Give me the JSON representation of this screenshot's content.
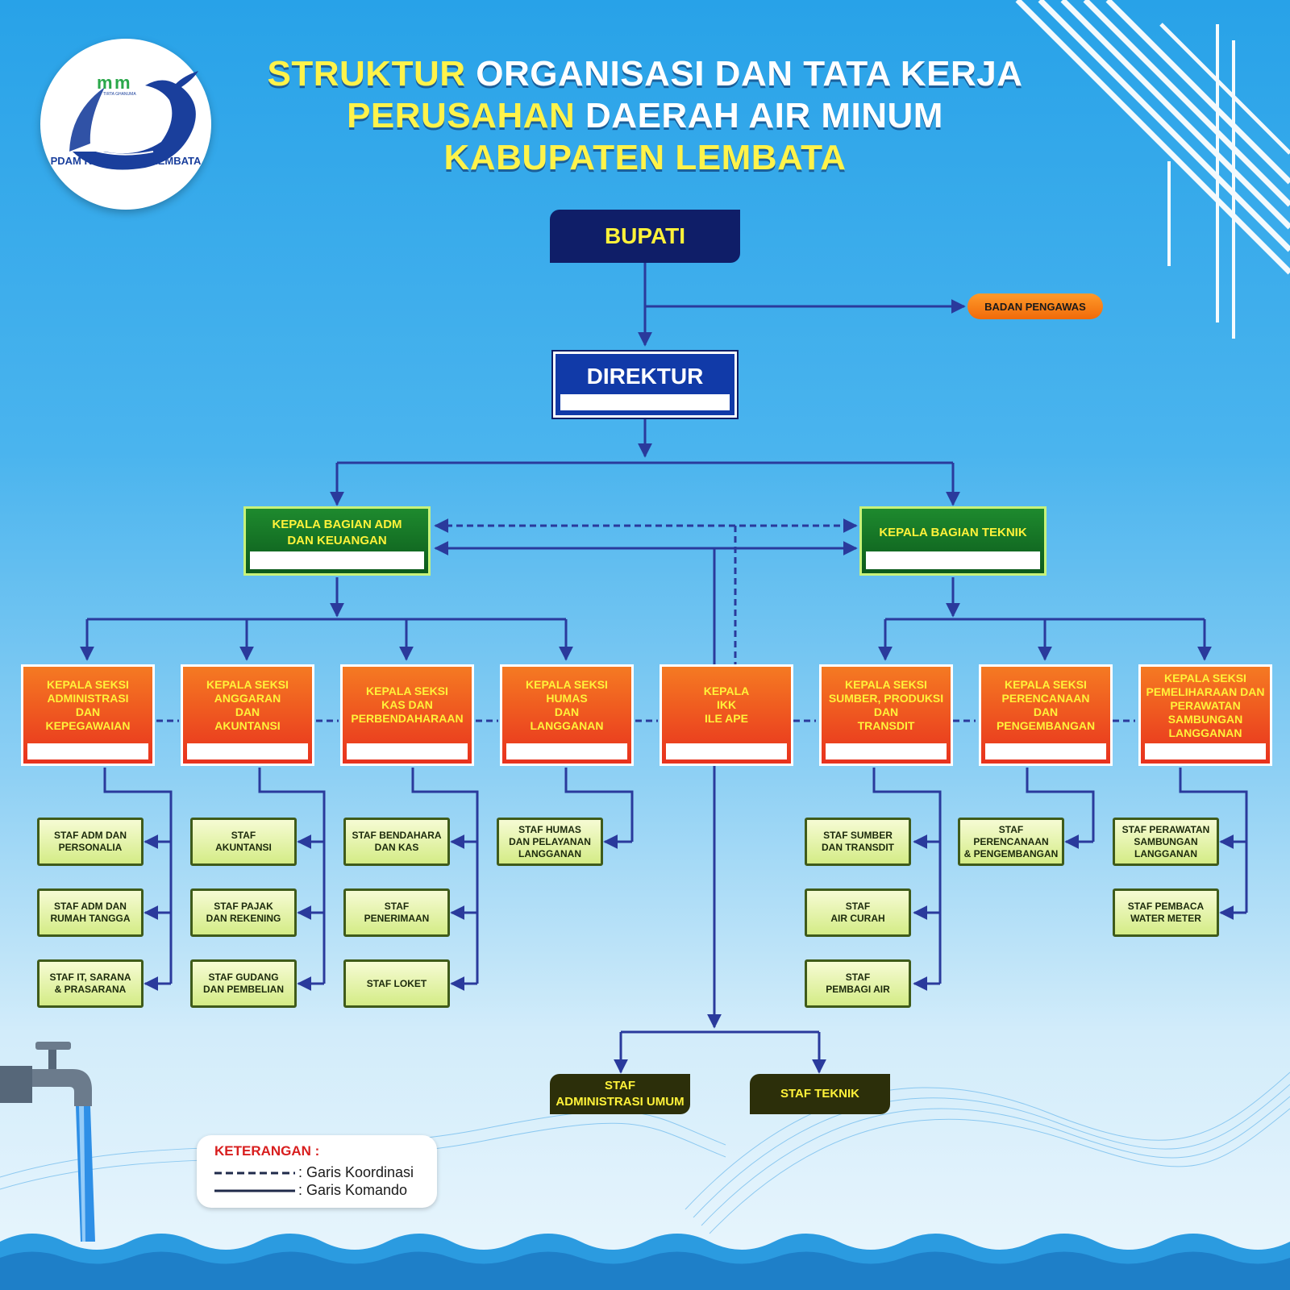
{
  "logo": {
    "name": "PDAM KABUPATEN LEMBATA",
    "sub": "TIRTA GHANUMA"
  },
  "title": {
    "line1a": "STRUKTUR",
    "line1b": "ORGANISASI DAN TATA KERJA",
    "line2a": "PERUSAHAN",
    "line2b": "DAERAH AIR MINUM",
    "line3": "KABUPATEN LEMBATA"
  },
  "nodes": {
    "bupati": "BUPATI",
    "badan_pengawas": "BADAN PENGAWAS",
    "direktur": "DIREKTUR",
    "kabag_adm": [
      "KEPALA BAGIAN ADM",
      "DAN KEUANGAN"
    ],
    "kabag_teknik": [
      "KEPALA BAGIAN TEKNIK"
    ],
    "sections": [
      {
        "lines": [
          "KEPALA SEKSI",
          "ADMINISTRASI",
          "DAN",
          "KEPEGAWAIAN"
        ]
      },
      {
        "lines": [
          "KEPALA SEKSI",
          "ANGGARAN",
          "DAN",
          "AKUNTANSI"
        ]
      },
      {
        "lines": [
          "KEPALA SEKSI",
          "KAS DAN",
          "PERBENDAHARAAN"
        ]
      },
      {
        "lines": [
          "KEPALA SEKSI",
          "HUMAS",
          "DAN",
          "LANGGANAN"
        ]
      },
      {
        "lines": [
          "KEPALA",
          "IKK",
          "ILE APE"
        ]
      },
      {
        "lines": [
          "KEPALA SEKSI",
          "SUMBER, PRODUKSI",
          "DAN",
          "TRANSDIT"
        ]
      },
      {
        "lines": [
          "KEPALA SEKSI",
          "PERENCANAAN",
          "DAN",
          "PENGEMBANGAN"
        ]
      },
      {
        "lines": [
          "KEPALA SEKSI",
          "PEMELIHARAAN DAN",
          "PERAWATAN",
          "SAMBUNGAN",
          "LANGGANAN"
        ]
      }
    ],
    "staff": [
      {
        "lines": [
          "STAF ADM DAN",
          "PERSONALIA"
        ]
      },
      {
        "lines": [
          "STAF ADM DAN",
          "RUMAH TANGGA"
        ]
      },
      {
        "lines": [
          "STAF IT, SARANA",
          "& PRASARANA"
        ]
      },
      {
        "lines": [
          "STAF",
          "AKUNTANSI"
        ]
      },
      {
        "lines": [
          "STAF PAJAK",
          "DAN REKENING"
        ]
      },
      {
        "lines": [
          "STAF GUDANG",
          "DAN PEMBELIAN"
        ]
      },
      {
        "lines": [
          "STAF BENDAHARA",
          "DAN KAS"
        ]
      },
      {
        "lines": [
          "STAF",
          "PENERIMAAN"
        ]
      },
      {
        "lines": [
          "STAF LOKET"
        ]
      },
      {
        "lines": [
          "STAF HUMAS",
          "DAN PELAYANAN",
          "LANGGANAN"
        ]
      },
      {
        "lines": [
          "STAF SUMBER",
          "DAN TRANSDIT"
        ]
      },
      {
        "lines": [
          "STAF",
          "AIR CURAH"
        ]
      },
      {
        "lines": [
          "STAF",
          "PEMBAGI AIR"
        ]
      },
      {
        "lines": [
          "STAF PERENCANAAN",
          "& PENGEMBANGAN"
        ]
      },
      {
        "lines": [
          "STAF PERAWATAN",
          "SAMBUNGAN",
          "LANGGANAN"
        ]
      },
      {
        "lines": [
          "STAF PEMBACA",
          "WATER METER"
        ]
      }
    ],
    "ikk_staff": [
      {
        "lines": [
          "STAF",
          "ADMINISTRASI UMUM"
        ]
      },
      {
        "lines": [
          "STAF  TEKNIK"
        ]
      }
    ]
  },
  "legend": {
    "title": "KETERANGAN :",
    "dashed": ": Garis Koordinasi",
    "solid": ": Garis Komando"
  },
  "colors": {
    "command_line": "#2a3a9c",
    "accent_yellow": "#fff23a",
    "navy": "#0f1e68"
  }
}
